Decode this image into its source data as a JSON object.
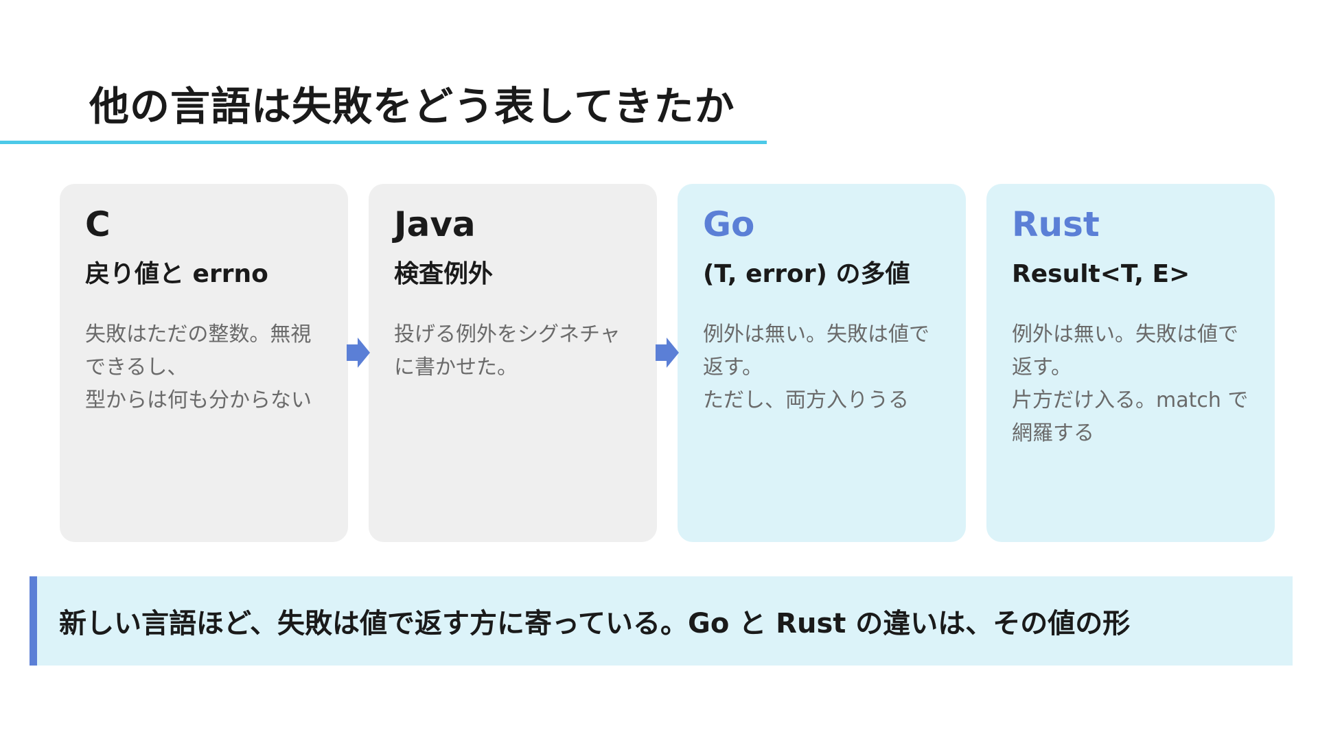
{
  "title": "他の言語は失敗をどう表してきたか",
  "colors": {
    "accent_rule": "#4cc9e8",
    "accent_blue": "#5b7fd6",
    "card_gray": "#efefef",
    "card_blue": "#dcf3f9"
  },
  "cards": [
    {
      "lang": "C",
      "subtitle": "戻り値と errno",
      "body": [
        "失敗はただの整数。無視",
        "できるし、",
        "型からは何も分からない"
      ]
    },
    {
      "lang": "Java",
      "subtitle": "検査例外",
      "body": [
        "投げる例外をシグネチャ",
        "に書かせた。"
      ]
    },
    {
      "lang": "Go",
      "subtitle": "(T, error) の多値",
      "body": [
        "例外は無い。失敗は値で",
        "返す。",
        "ただし、両方入りうる"
      ]
    },
    {
      "lang": "Rust",
      "subtitle": "Result<T, E>",
      "body": [
        "例外は無い。失敗は値で",
        "返す。",
        "片方だけ入る。match で",
        "網羅する"
      ]
    }
  ],
  "arrows": [
    "arrow-right-icon",
    "arrow-right-icon"
  ],
  "callout": "新しい言語ほど、失敗は値で返す方に寄っている。Go と Rust の違いは、その値の形"
}
